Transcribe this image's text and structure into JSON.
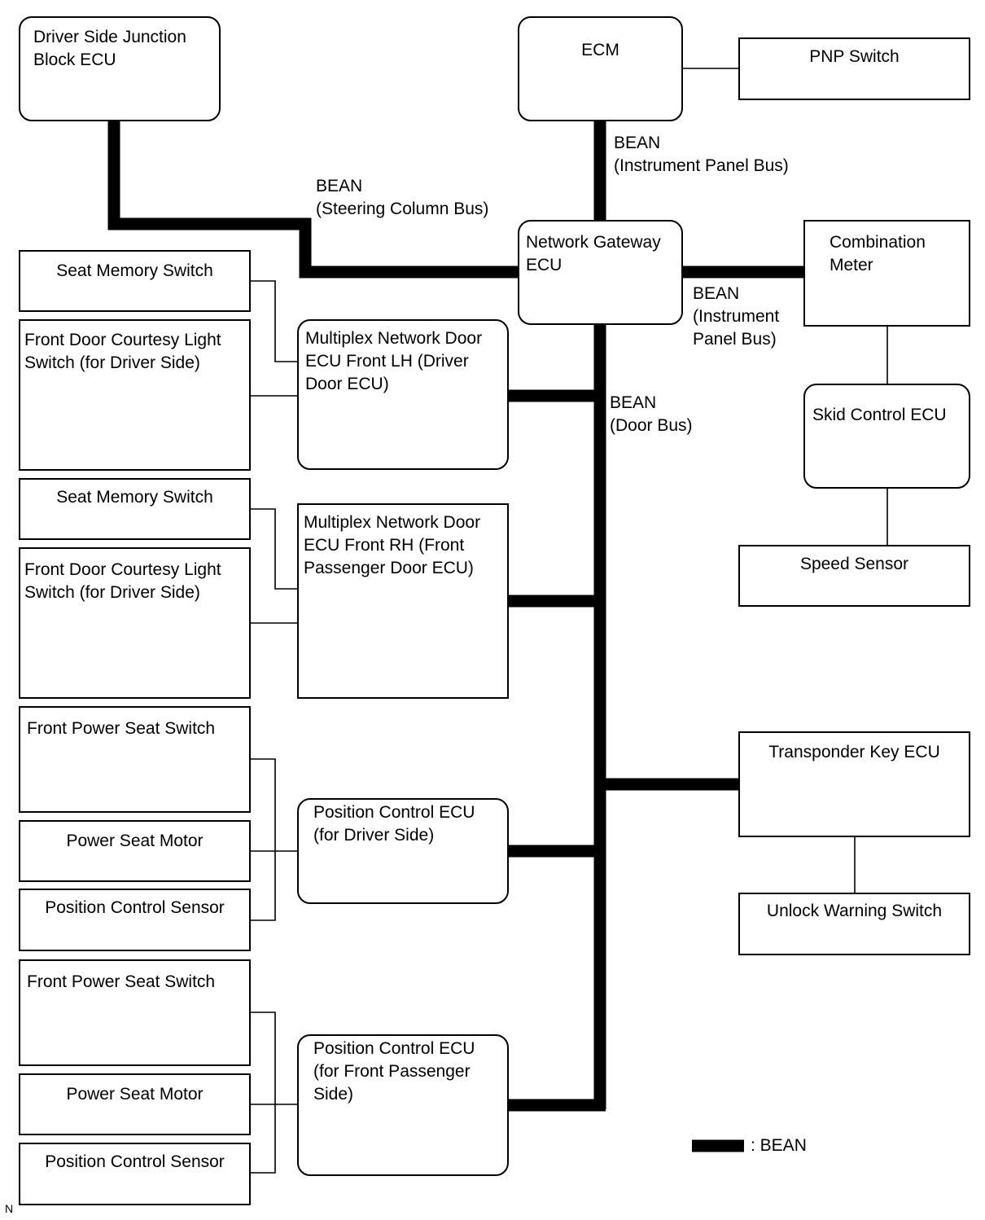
{
  "nodes": {
    "driver_jb_ecu": "Driver Side Junction\nBlock ECU",
    "ecm": "ECM",
    "pnp_switch": "PNP Switch",
    "network_gateway_ecu": "Network Gateway\nECU",
    "combination_meter": "Combination\nMeter",
    "skid_control_ecu": "Skid Control ECU",
    "speed_sensor": "Speed Sensor",
    "transponder_key_ecu": "Transponder Key ECU",
    "unlock_warning_switch": "Unlock Warning Switch",
    "door_ecu_lh": "Multiplex Network Door\nECU Front LH (Driver\nDoor ECU)",
    "door_ecu_rh": "Multiplex Network Door\nECU Front RH (Front\nPassenger Door ECU)",
    "pos_ecu_driver": "Position Control ECU\n(for Driver Side)",
    "pos_ecu_passenger": "Position Control ECU\n(for Front Passenger\nSide)",
    "seat_memory_switch_1": "Seat Memory Switch",
    "courtesy_switch_1": "Front Door Courtesy Light\nSwitch (for Driver Side)",
    "seat_memory_switch_2": "Seat Memory Switch",
    "courtesy_switch_2": "Front Door Courtesy Light\nSwitch (for Driver Side)",
    "power_seat_switch_1": "Front Power Seat Switch",
    "power_seat_motor_1": "Power Seat Motor",
    "position_sensor_1": "Position Control Sensor",
    "power_seat_switch_2": "Front Power Seat Switch",
    "power_seat_motor_2": "Power Seat Motor",
    "position_sensor_2": "Position Control Sensor"
  },
  "bus_labels": {
    "steering_column": "BEAN\n(Steering Column Bus)",
    "instrument_panel_top": "BEAN\n(Instrument Panel Bus)",
    "instrument_panel_right": "BEAN\n(Instrument\nPanel Bus)",
    "door_bus": "BEAN\n(Door Bus)"
  },
  "legend": {
    "label": ":  BEAN"
  },
  "corner_mark": "N"
}
